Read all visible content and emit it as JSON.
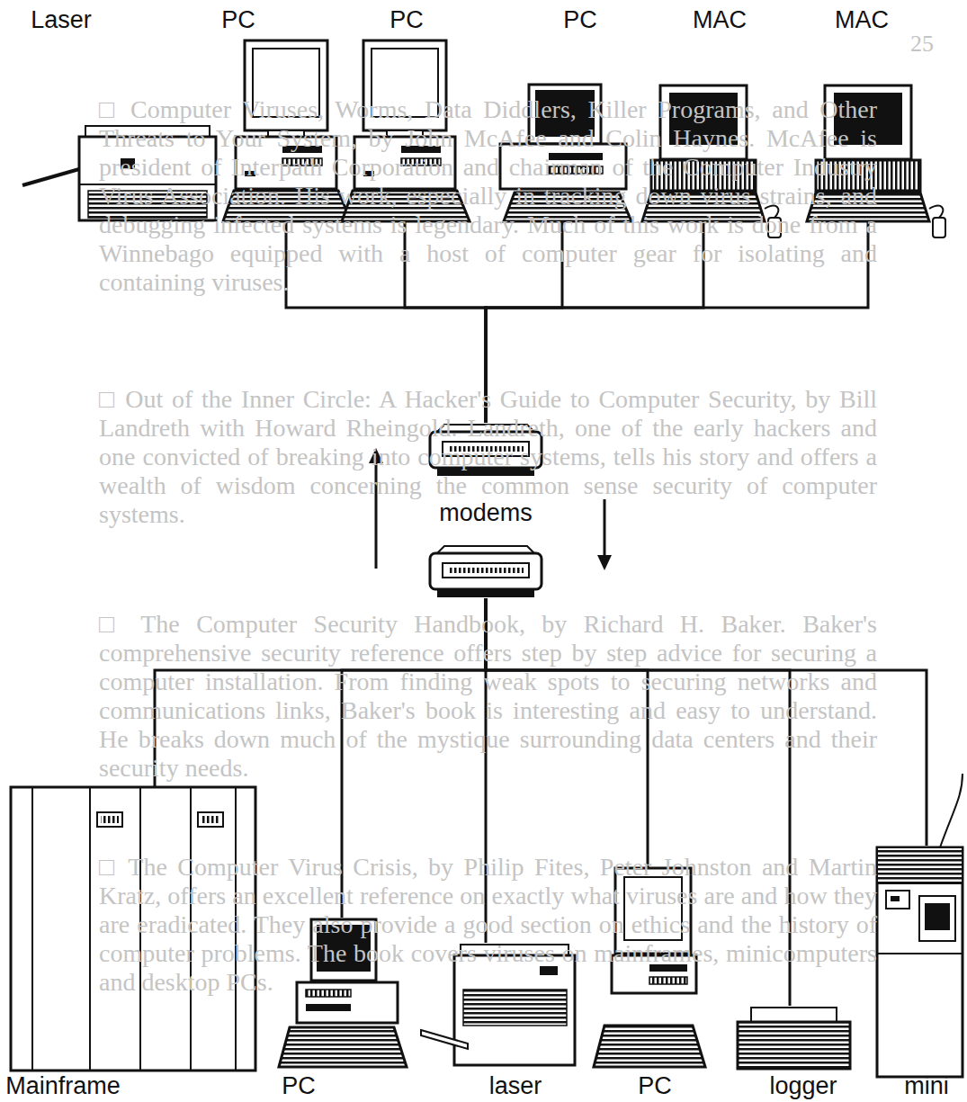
{
  "diagram": {
    "nodes": [
      {
        "text": [
          "Laser"
        ]
      },
      {
        "text": [
          "PC"
        ]
      },
      {
        "text": [
          "PC"
        ]
      },
      {
        "text": [
          "PC"
        ]
      },
      {
        "text": [
          "MAC"
        ]
      },
      {
        "text": [
          "MAC"
        ]
      },
      {
        "text": [
          "modems"
        ]
      },
      {
        "text": [
          "Mainframe"
        ]
      },
      {
        "text": [
          "PC"
        ]
      },
      {
        "text": [
          "laser"
        ]
      },
      {
        "text": [
          "PC"
        ]
      },
      {
        "text": [
          "logger"
        ]
      },
      {
        "text": [
          "mini"
        ]
      }
    ],
    "edges": [
      {
        "from": 1,
        "to": 6,
        "arrow": "none"
      },
      {
        "from": 2,
        "to": 6,
        "arrow": "none"
      },
      {
        "from": 3,
        "to": 6,
        "arrow": "none"
      },
      {
        "from": 4,
        "to": 6,
        "arrow": "none"
      },
      {
        "from": 5,
        "to": 6,
        "arrow": "none"
      },
      {
        "from": 6,
        "to": 7,
        "arrow": "none"
      },
      {
        "from": 6,
        "to": 8,
        "arrow": "none"
      },
      {
        "from": 6,
        "to": 9,
        "arrow": "none"
      },
      {
        "from": 6,
        "to": 10,
        "arrow": "none"
      },
      {
        "from": 6,
        "to": 11,
        "arrow": "none"
      },
      {
        "from": 6,
        "to": 12,
        "arrow": "none"
      }
    ],
    "labels": [
      "25",
      "□ Computer Viruses, Worms, Data Diddlers, Killer Programs, and Other Threats to Your System, by John McAfee and Colin Haynes. McAfee is president of Interpath Corporation and chairman of the Computer Industry Virus Association. His work, especially in tracking down virus strains, and debugging infected systems is legendary. Much of this work is done from a Winnebago equipped with a host of computer gear for isolating and containing viruses.",
      "□ Out of the Inner Circle: A Hacker's Guide to Computer Security, by Bill Landreth with Howard Rheingold. Landreth, one of the early hackers and one convicted of breaking into computer systems, tells his story and offers a wealth of wisdom concerning the common sense security of computer systems.",
      "□ The Computer Security Handbook, by Richard H. Baker. Baker's comprehensive security reference offers step by step advice for securing a computer installation. From finding weak spots to securing networks and communications links, Baker's book is interesting and easy to understand. He breaks down much of the mystique surrounding data centers and their security needs.",
      "□ The Computer Virus Crisis, by Philip Fites, Peter Johnston and Martin Kratz, offers an excellent reference on exactly what viruses are and how they are eradicated. They also provide a good section on ethics and the history of computer problems. The book covers viruses on mainframes, minicomputers and desktop PCs."
    ]
  }
}
